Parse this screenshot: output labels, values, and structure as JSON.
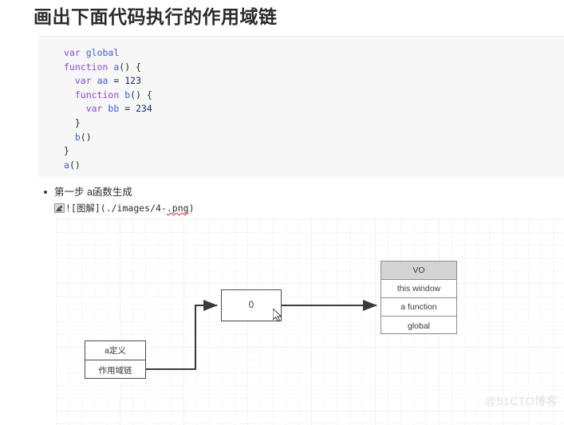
{
  "page": {
    "title": "画出下面代码执行的作用域链"
  },
  "code": {
    "language": "javascript",
    "lines": [
      [
        {
          "t": "var",
          "c": "kw"
        },
        {
          "t": " ",
          "c": "pl"
        },
        {
          "t": "global",
          "c": "id"
        }
      ],
      [
        {
          "t": "function",
          "c": "kw"
        },
        {
          "t": " ",
          "c": "pl"
        },
        {
          "t": "a",
          "c": "fn"
        },
        {
          "t": "() {",
          "c": "pl"
        }
      ],
      [
        {
          "t": "  ",
          "c": "pl"
        },
        {
          "t": "var",
          "c": "kw"
        },
        {
          "t": " ",
          "c": "pl"
        },
        {
          "t": "aa",
          "c": "id"
        },
        {
          "t": " = ",
          "c": "pl"
        },
        {
          "t": "123",
          "c": "num"
        }
      ],
      [
        {
          "t": "  ",
          "c": "pl"
        },
        {
          "t": "function",
          "c": "kw"
        },
        {
          "t": " ",
          "c": "pl"
        },
        {
          "t": "b",
          "c": "fn"
        },
        {
          "t": "() {",
          "c": "pl"
        }
      ],
      [
        {
          "t": "    ",
          "c": "pl"
        },
        {
          "t": "var",
          "c": "kw"
        },
        {
          "t": " ",
          "c": "pl"
        },
        {
          "t": "bb",
          "c": "id"
        },
        {
          "t": " = ",
          "c": "pl"
        },
        {
          "t": "234",
          "c": "num"
        }
      ],
      [
        {
          "t": "  }",
          "c": "pl"
        }
      ],
      [
        {
          "t": "  ",
          "c": "pl"
        },
        {
          "t": "b",
          "c": "fn"
        },
        {
          "t": "()",
          "c": "pl"
        }
      ],
      [
        {
          "t": "}",
          "c": "pl"
        }
      ],
      [
        {
          "t": "a",
          "c": "fn"
        },
        {
          "t": "()",
          "c": "pl"
        }
      ]
    ]
  },
  "notes": {
    "step_label": "第一步 a函数生成",
    "image_markdown_prefix": "!",
    "image_markdown_alt": "[图解](./images/4-",
    "image_markdown_ext": ".png",
    "image_markdown_suffix": ")"
  },
  "diagram": {
    "zero_box": {
      "label": "0"
    },
    "a_def_box": {
      "title": "a定义",
      "subtitle": "作用域链"
    },
    "vo_box": {
      "header": "VO",
      "rows": [
        "this window",
        "a function",
        "global"
      ]
    }
  },
  "watermark": {
    "text": "@51CTO博客"
  },
  "colors": {
    "title": "#2b2b2b",
    "code_background": "#f7f7f8",
    "keyword": "#8c4ad1",
    "identifier": "#3b5bdb",
    "number": "#1a2b6d",
    "vo_header_background": "#d4d4d4",
    "diagram_stroke": "#4a4a4a",
    "watermark": "#e0e0e0"
  }
}
